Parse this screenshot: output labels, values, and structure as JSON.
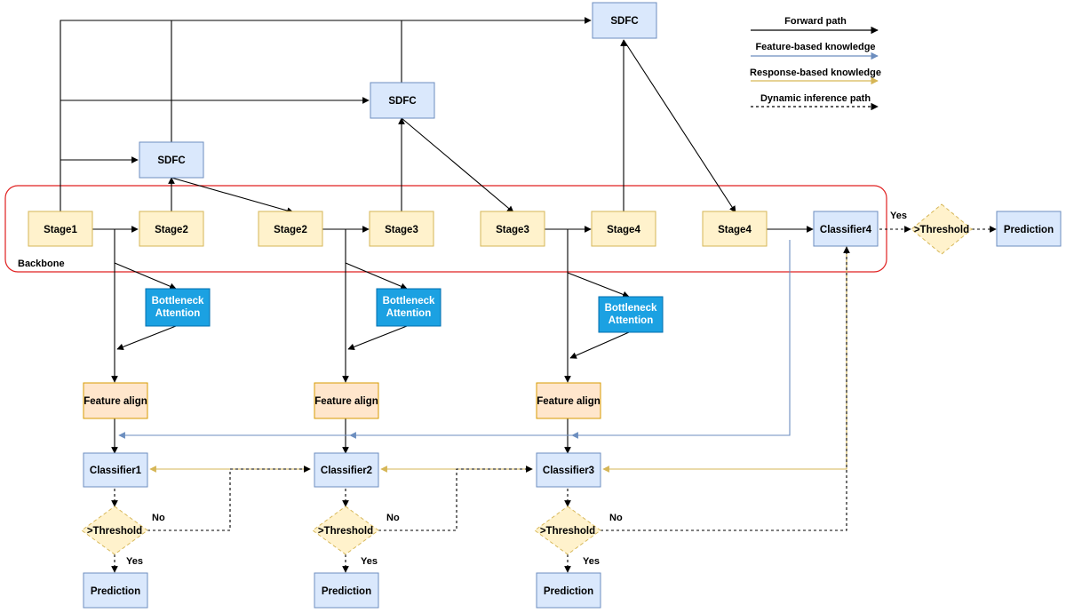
{
  "colors": {
    "stage_fill": "#fff2cc",
    "stage_stroke": "#d6b656",
    "blue_fill": "#dae8fc",
    "blue_stroke": "#6c8ebf",
    "attention_fill": "#1ba1e2",
    "attention_stroke": "#006eaf",
    "align_fill": "#ffe6cc",
    "align_stroke": "#d79b00",
    "backbone_stroke": "#e02020",
    "feature_arrow": "#6c8ebf",
    "response_arrow": "#d6b656",
    "forward_arrow": "#000000"
  },
  "legend": {
    "forward": "Forward path",
    "feature": "Feature-based knowledge",
    "response": "Response-based knowledge",
    "dynamic": "Dynamic inference path"
  },
  "backbone_label": "Backbone",
  "sdfc": [
    "SDFC",
    "SDFC",
    "SDFC"
  ],
  "stages": [
    "Stage1",
    "Stage2",
    "Stage2",
    "Stage3",
    "Stage3",
    "Stage4",
    "Stage4"
  ],
  "attention": [
    "Bottleneck\nAttention",
    "Bottleneck\nAttention",
    "Bottleneck\nAttention"
  ],
  "feature_align": [
    "Feature align",
    "Feature align",
    "Feature align"
  ],
  "classifiers": [
    "Classifier1",
    "Classifier2",
    "Classifier3",
    "Classifier4"
  ],
  "thresholds": [
    ">Threshold",
    ">Threshold",
    ">Threshold",
    ">Threshold"
  ],
  "predictions": [
    "Prediction",
    "Prediction",
    "Prediction",
    "Prediction"
  ],
  "yes": [
    "Yes",
    "Yes",
    "Yes",
    "Yes"
  ],
  "no": [
    "No",
    "No",
    "No"
  ]
}
